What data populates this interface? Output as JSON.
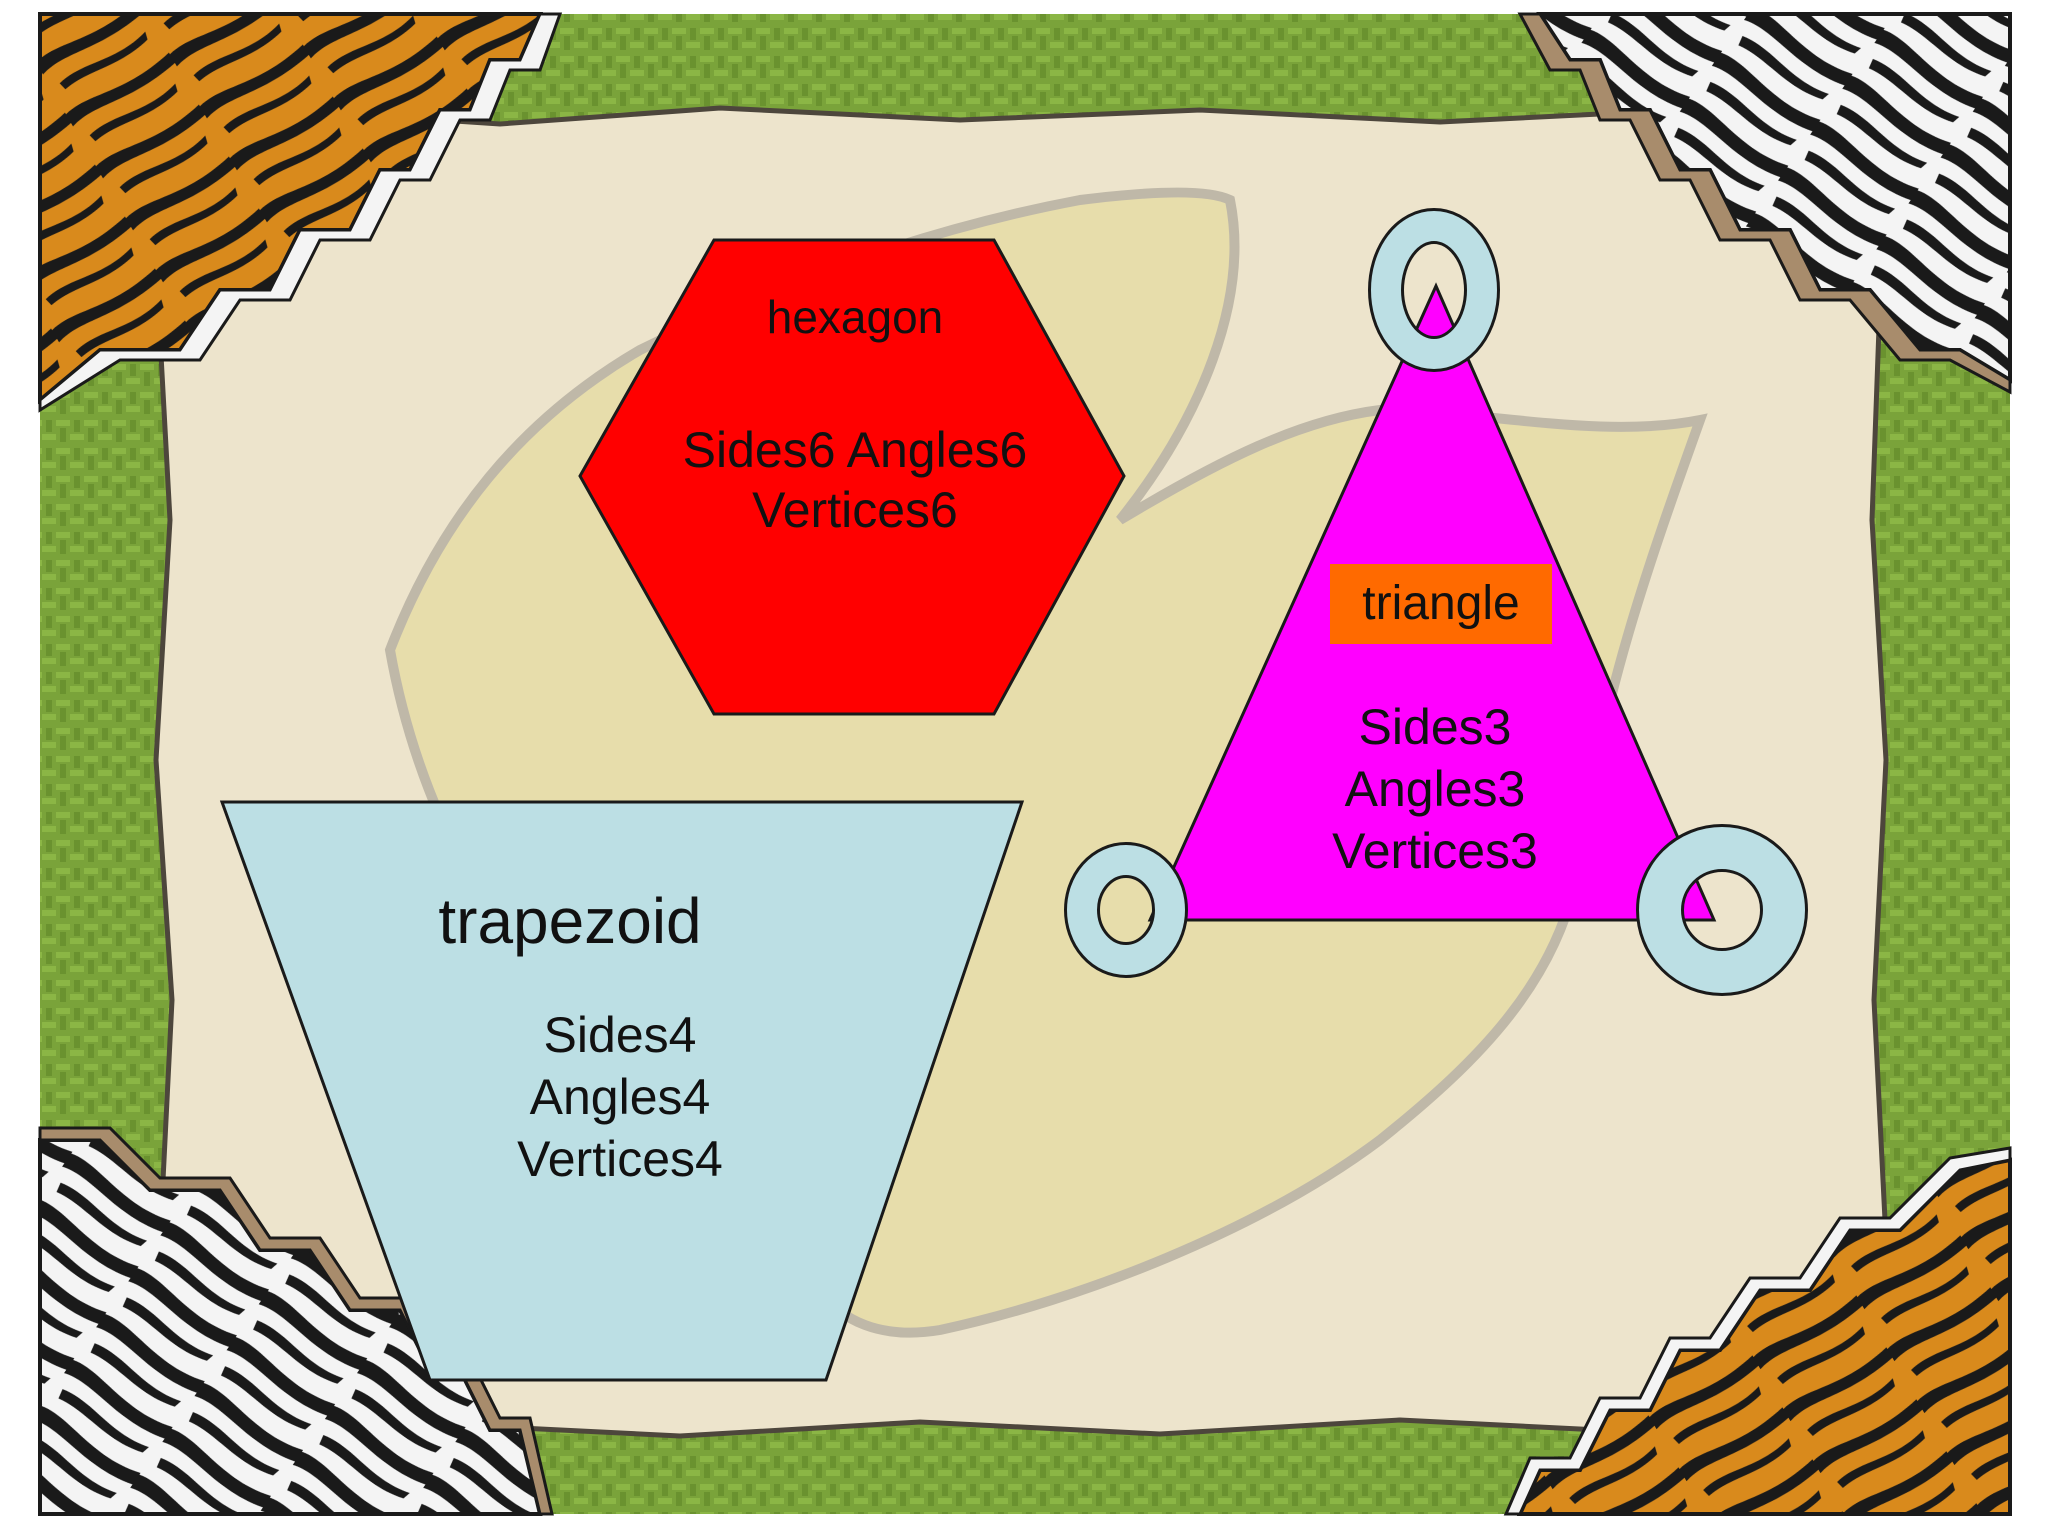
{
  "colors": {
    "frame_green": "#7aa33a",
    "paper": "#ede4cc",
    "leaf_fill": "#e6dca6",
    "leaf_outline": "#b8b1a2",
    "hexagon": "#ff0000",
    "triangle": "#ff00ff",
    "triangle_label_bg": "#ff6a00",
    "trapezoid": "#bcdfe4",
    "ring": "#bcdfe4",
    "tiger": "#d98a1c",
    "stripe": "#1a1a1a",
    "zebra_bg": "#f4f4f4"
  },
  "shapes": {
    "hexagon": {
      "name": "hexagon",
      "stats": "Sides6 Angles6\nVertices6"
    },
    "triangle": {
      "name": "triangle",
      "stats": "Sides3\nAngles3\nVertices3"
    },
    "trapezoid": {
      "name": "trapezoid",
      "stats": "Sides4\nAngles4\nVertices4"
    }
  },
  "corners": [
    {
      "pattern": "tiger-print"
    },
    {
      "pattern": "zebra-print"
    },
    {
      "pattern": "zebra-print"
    },
    {
      "pattern": "tiger-print"
    }
  ]
}
